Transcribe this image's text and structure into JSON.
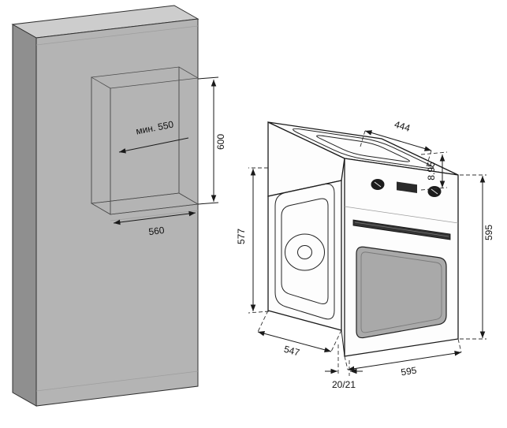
{
  "colors": {
    "cabinet_front": "#b4b4b4",
    "cabinet_side": "#8f8f8f",
    "cabinet_top": "#cdcdcd",
    "niche_floor": "#e4e4e4",
    "niche_wall": "#c9c9c9",
    "niche_back": "#f3f3f3",
    "door_window": "#a9a9a9"
  },
  "cabinet": {
    "niche_depth": "мин. 550",
    "niche_height": "600",
    "niche_width": "560"
  },
  "oven": {
    "top_width": "444",
    "panel_offset": "8.95",
    "height": "595",
    "body_height": "577",
    "body_depth": "547",
    "width": "595",
    "door_protrusion": "20/21"
  }
}
